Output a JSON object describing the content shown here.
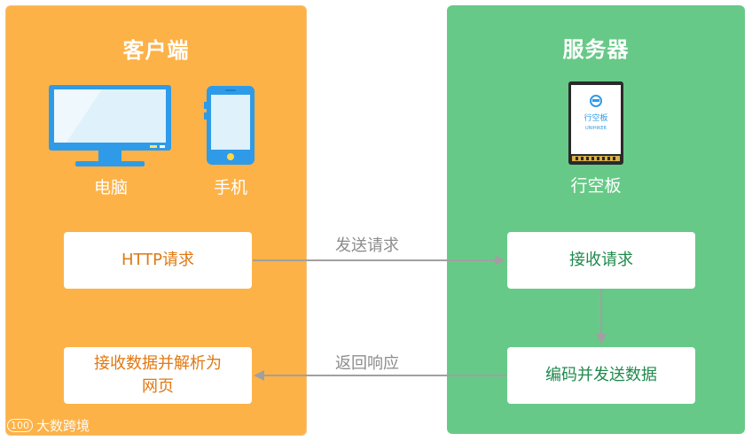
{
  "client": {
    "title": "客户端",
    "devices": [
      {
        "label": "电脑",
        "icon": "monitor-icon"
      },
      {
        "label": "手机",
        "icon": "phone-icon"
      }
    ],
    "box_request": "HTTP请求",
    "box_parse": "接收数据并解析为网页"
  },
  "server": {
    "title": "服务器",
    "device": {
      "label": "行空板",
      "icon": "unihiker-board-icon",
      "screen_text_cn": "行空板",
      "screen_text_en": "UNIHIKER"
    },
    "box_receive": "接收请求",
    "box_encode": "编码并发送数据"
  },
  "arrows": {
    "send": "发送请求",
    "return": "返回响应"
  },
  "watermark": {
    "text": "大数跨境",
    "logo": "100"
  },
  "colors": {
    "client_bg": "#fdb247",
    "server_bg": "#67c987",
    "client_text": "#e07812",
    "server_text": "#1f8a4c",
    "arrow": "#a0a0a0"
  }
}
